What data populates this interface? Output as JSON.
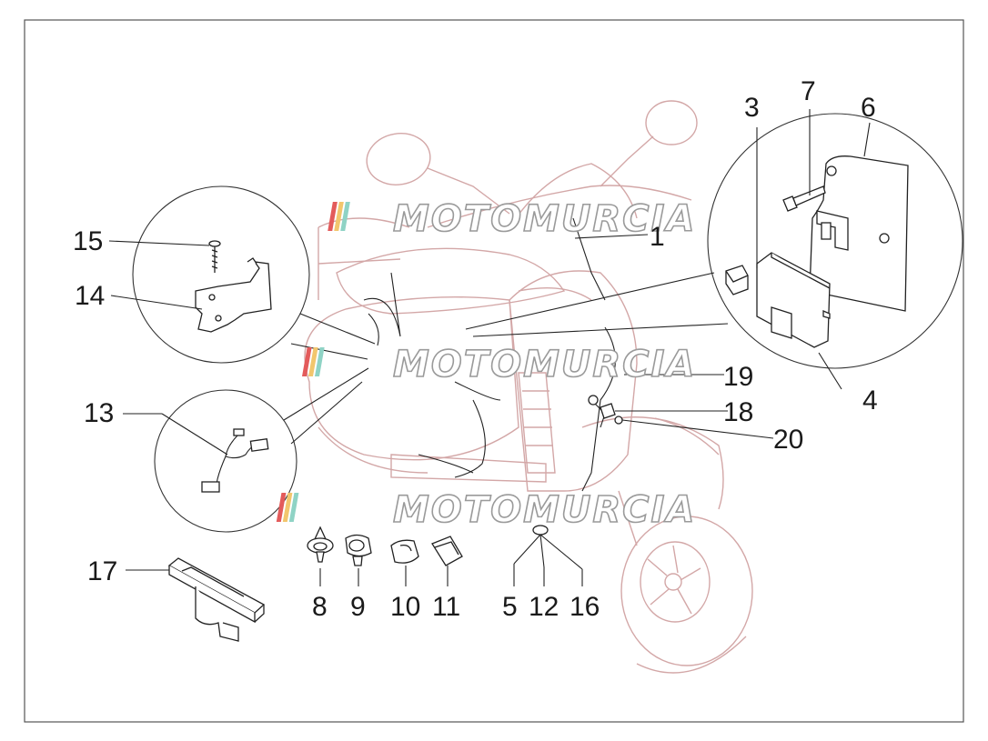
{
  "watermark": {
    "text": "MOTOMURCIA",
    "stripe_colors": [
      "#e35b5b",
      "#f2c66d",
      "#8fd3c5"
    ]
  },
  "callouts": [
    "1",
    "3",
    "4",
    "5",
    "6",
    "7",
    "8",
    "9",
    "10",
    "11",
    "12",
    "13",
    "14",
    "15",
    "16",
    "17",
    "18",
    "19",
    "20"
  ],
  "colors": {
    "frame": "#555555",
    "ghost_outline": "#d3a7a7",
    "part_line": "#222222"
  }
}
